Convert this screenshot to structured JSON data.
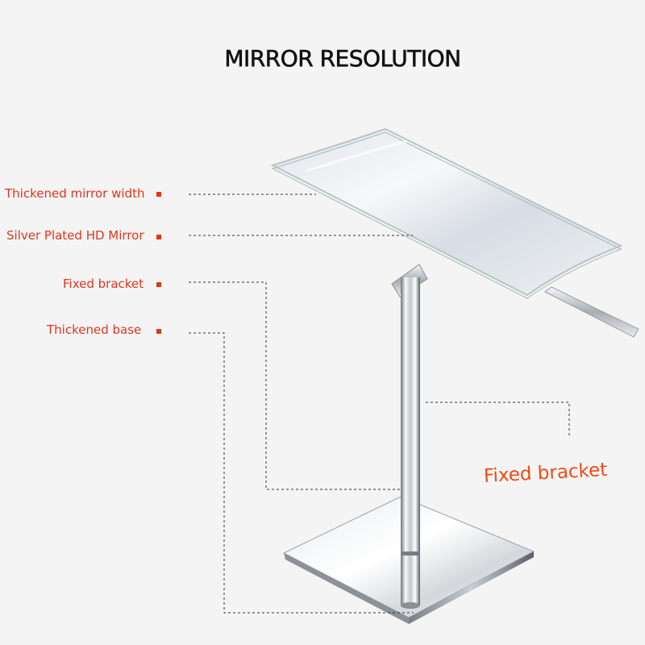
{
  "title": "MIRROR RESOLUTION",
  "callouts": [
    {
      "text": "Thickened mirror width"
    },
    {
      "text": "Silver Plated HD Mirror"
    },
    {
      "text": "Fixed bracket"
    },
    {
      "text": "Thickened base"
    }
  ],
  "big_callout": "Fixed bracket",
  "colors": {
    "label_red": "#e3341d",
    "big_label_orange": "#f04a14",
    "background": "#f4f4f4",
    "leader_line": "#333333"
  },
  "product": "mirror-stand-photo"
}
